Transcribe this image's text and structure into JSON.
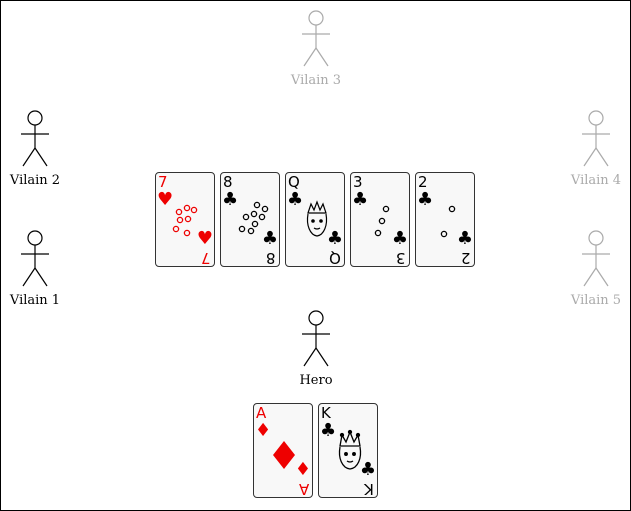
{
  "players": [
    {
      "id": "vilain3",
      "name": "Vilain 3",
      "active": false
    },
    {
      "id": "vilain2",
      "name": "Vilain 2",
      "active": true
    },
    {
      "id": "vilain4",
      "name": "Vilain 4",
      "active": false
    },
    {
      "id": "vilain1",
      "name": "Vilain 1",
      "active": true
    },
    {
      "id": "vilain5",
      "name": "Vilain 5",
      "active": false
    },
    {
      "id": "hero",
      "name": "Hero",
      "active": true
    }
  ],
  "board": [
    {
      "rank": "7",
      "suit": "hearts",
      "suit_glyph": "♥",
      "color": "red"
    },
    {
      "rank": "8",
      "suit": "clubs",
      "suit_glyph": "♣",
      "color": "black"
    },
    {
      "rank": "Q",
      "suit": "clubs",
      "suit_glyph": "♣",
      "color": "black"
    },
    {
      "rank": "3",
      "suit": "clubs",
      "suit_glyph": "♣",
      "color": "black"
    },
    {
      "rank": "2",
      "suit": "clubs",
      "suit_glyph": "♣",
      "color": "black"
    }
  ],
  "hero_hand": [
    {
      "rank": "A",
      "suit": "diamonds",
      "suit_glyph": "♦",
      "color": "red"
    },
    {
      "rank": "K",
      "suit": "clubs",
      "suit_glyph": "♣",
      "color": "black"
    }
  ]
}
